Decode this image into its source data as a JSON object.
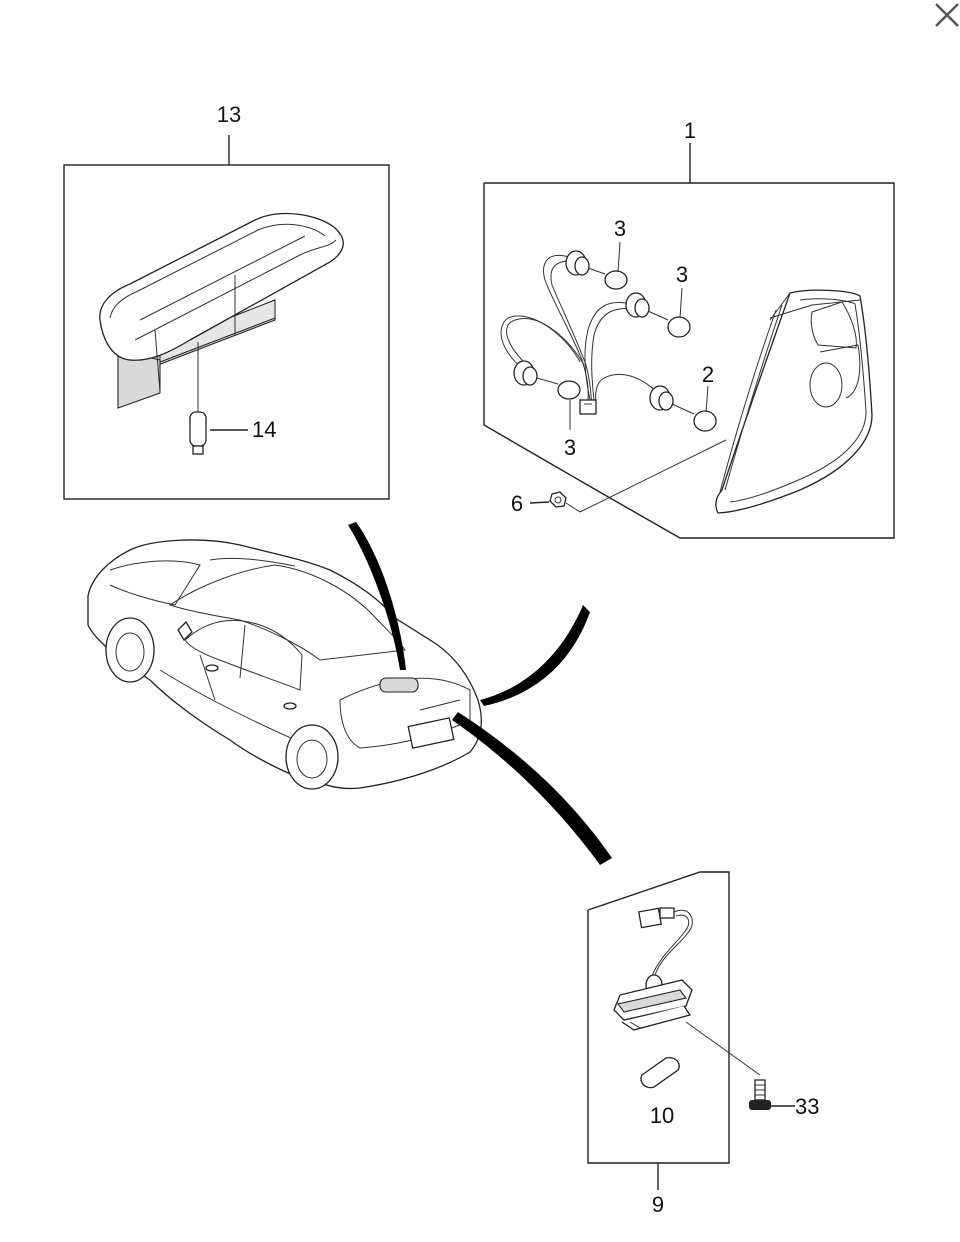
{
  "callouts": {
    "c13": "13",
    "c14": "14",
    "c1": "1",
    "c3a": "3",
    "c3b": "3",
    "c3c": "3",
    "c2": "2",
    "c6": "6",
    "c9": "9",
    "c10": "10",
    "c33": "33"
  },
  "ui": {
    "close_icon": "close-icon"
  }
}
